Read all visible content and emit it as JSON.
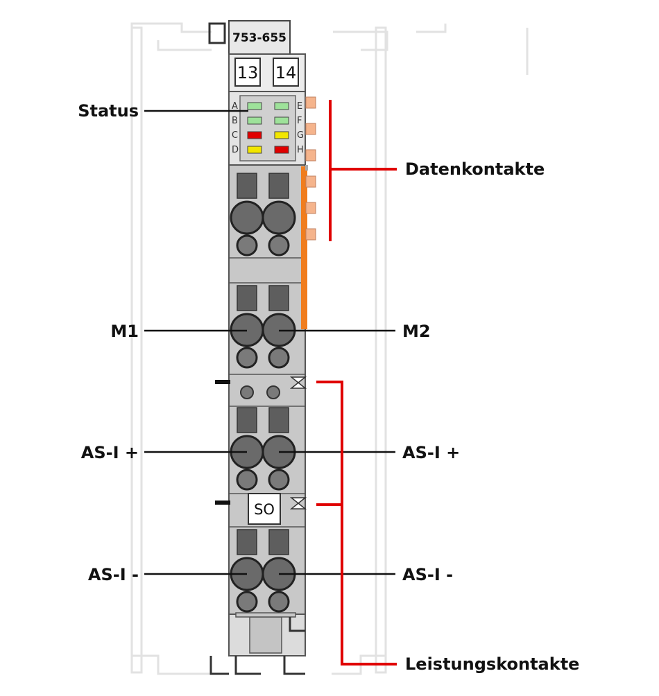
{
  "module": {
    "part_number": "753-655",
    "terminal_numbers": [
      "13",
      "14"
    ],
    "so_label": "SO"
  },
  "status_panel": {
    "left_letters": [
      "A",
      "B",
      "C",
      "D"
    ],
    "right_letters": [
      "E",
      "F",
      "G",
      "H"
    ],
    "led_colors_left": [
      "#9ee29a",
      "#9ee29a",
      "#e00000",
      "#f2e600"
    ],
    "led_colors_right": [
      "#9ee29a",
      "#9ee29a",
      "#f2e600",
      "#e00000"
    ]
  },
  "callouts": {
    "status": "Status",
    "data_contacts": "Datenkontakte",
    "m1": "M1",
    "m2": "M2",
    "asi_plus_left": "AS-I +",
    "asi_plus_right": "AS-I +",
    "asi_minus_left": "AS-I -",
    "asi_minus_right": "AS-I -",
    "power_contacts": "Leistungskontakte"
  },
  "colors": {
    "body_gray": "#c8c8c8",
    "dark_gray": "#6f6f6f",
    "orange": "#f07d1e",
    "contact_peach": "#f5b48c",
    "bracket_red": "#e00000"
  }
}
